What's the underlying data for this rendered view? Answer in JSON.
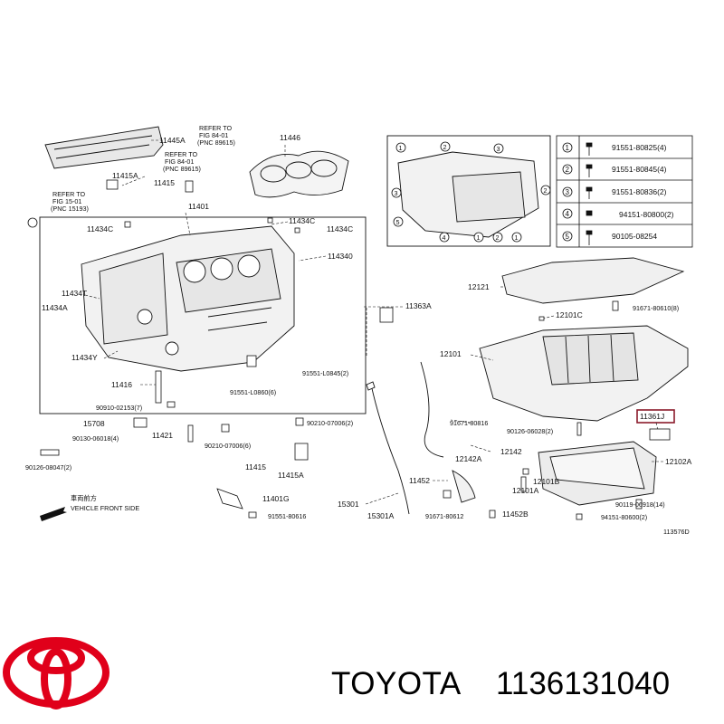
{
  "brand": {
    "name": "TOYOTA",
    "part_number": "1136131040",
    "logo_color": "#e0001a"
  },
  "callouts": {
    "c11445a": "11445A",
    "c11446": "11446",
    "c11415a_top": "11415A",
    "c11415": "11415",
    "c11401": "11401",
    "c11434c_l": "11434C",
    "c11434c_r1": "11434C",
    "c11434c_r2": "11434C",
    "c114340": "114340",
    "c11434t": "11434T",
    "c11434a": "11434A",
    "c11434y": "11434Y",
    "c11416": "11416",
    "c90910": "90910-02153(7)",
    "c15708": "15708",
    "c90130": "90130-06018(4)",
    "c11421": "11421",
    "c90126_08047": "90126-08047(2)",
    "c90210_a": "90210-07006(6)",
    "c90210_b": "90210-07006(2)",
    "c91551_l0845": "91551-L0845(2)",
    "c91551_l0860": "91551-L0860(6)",
    "c11363a": "11363A",
    "c11415_b": "11415",
    "c11415a_b": "11415A",
    "c11401g": "11401G",
    "c91551_80616": "91551-80616",
    "c12121": "12121",
    "c91671_80610": "91671-80610(8)",
    "c12101c": "12101C",
    "c12101": "12101",
    "c91671_80816": "91671-80816",
    "c90126_06028": "90126-06028(2)",
    "c11361j": "11361J",
    "c12142": "12142",
    "c12142a": "12142A",
    "c12102a": "12102A",
    "c12101b": "12101B",
    "c12101a": "12101A",
    "c11452": "11452",
    "c15301": "15301",
    "c15301a": "15301A",
    "c91671_80612": "91671-80612",
    "c11452b": "11452B",
    "c90119": "90119-06918(14)",
    "c94151_80600": "94151-80600(2)",
    "diagram_code": "113576D"
  },
  "refer_notes": {
    "r1": [
      "REFER TO",
      "FIG 84-01",
      "(PNC 89615)"
    ],
    "r2": [
      "REFER TO",
      "FIG 84-01",
      "(PNC 89615)"
    ],
    "r3": [
      "REFER TO",
      "FIG 15-01",
      "(PNC 15193)"
    ]
  },
  "front_label": {
    "jp": "車両前方",
    "en": "VEHICLE FRONT SIDE"
  },
  "legend": [
    {
      "no": "1",
      "code": "91551-80825(4)"
    },
    {
      "no": "2",
      "code": "91551-80845(4)"
    },
    {
      "no": "3",
      "code": "91551-80836(2)"
    },
    {
      "no": "4",
      "code": "94151-80800(2)"
    },
    {
      "no": "5",
      "code": "90105-08254"
    }
  ],
  "detail_circle_nos": [
    "1",
    "2",
    "3",
    "4",
    "5"
  ],
  "highlight_color": "#8b1a2b"
}
